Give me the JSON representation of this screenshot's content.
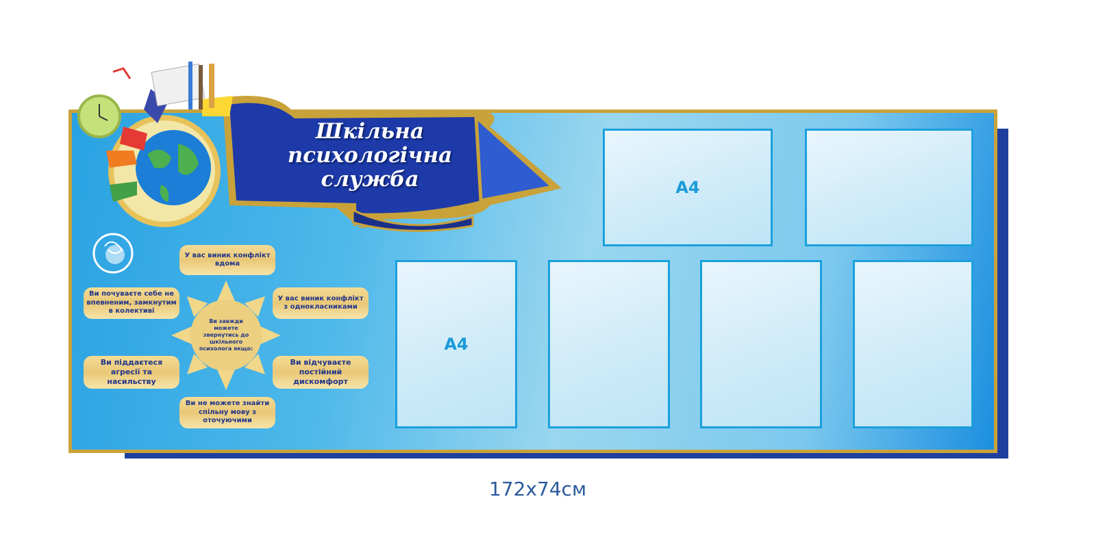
{
  "banner": {
    "title_lines": [
      "Шкільна",
      "психологічна",
      "служба"
    ]
  },
  "sun": {
    "center": "Ви завжди можете звернутись до шкільного психолога якщо:"
  },
  "reasons": [
    "У вас виник конфлікт вдома",
    "Ви почуваєте себе не впевненим, замкнутим в колективі",
    "У вас виник конфлікт з однокласниками",
    "Ви піддаєтеся агресії та насильству",
    "Ви відчуваєте постійний дискомфорт",
    "Ви не можете знайти спільну мову з оточуючими"
  ],
  "pockets": {
    "top_left": "A4",
    "bottom_left": "A4"
  },
  "caption": "172x74см",
  "colors": {
    "board": "#2aa2e2",
    "frame": "#c9a23a",
    "shadow": "#1f3f9e",
    "ribbon": "#1d3aa8",
    "text": "#21358a"
  }
}
